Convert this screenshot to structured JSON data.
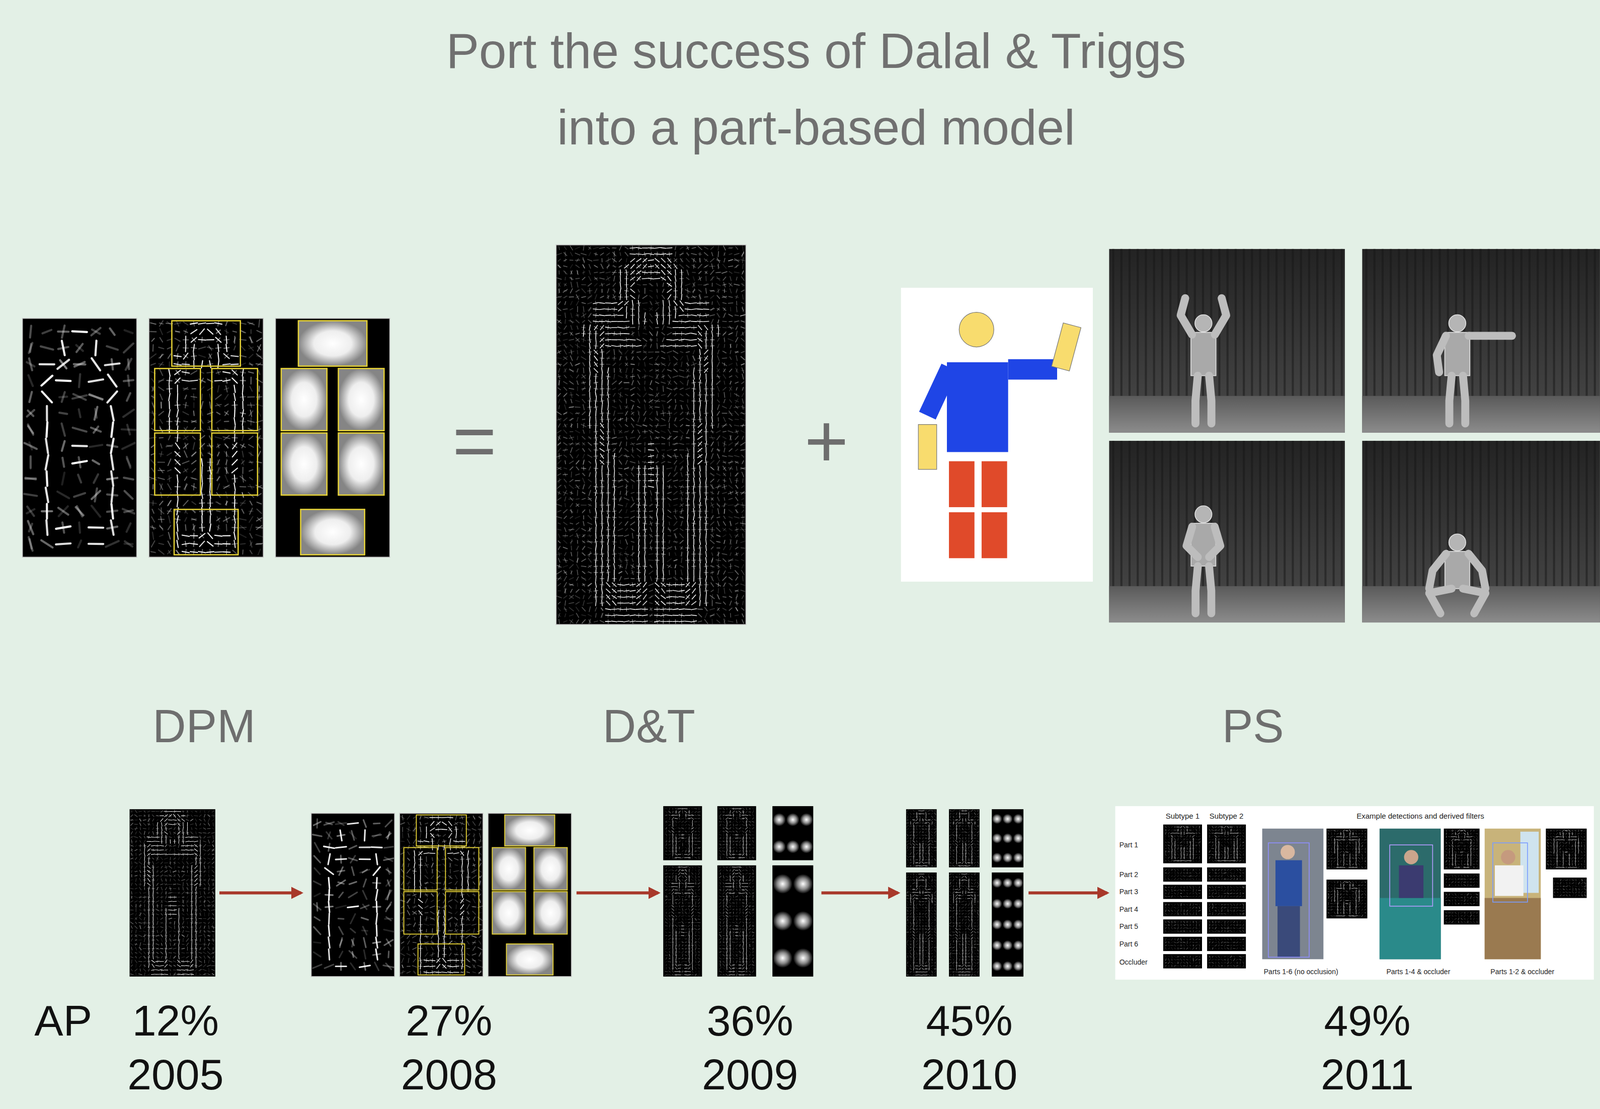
{
  "diagram": {
    "title": "Port the success of Dalal & Triggs into a part-based model",
    "labels": [
      "=",
      "+",
      "DPM",
      "D&T",
      "PS",
      "AP",
      "12%",
      "2005",
      "27%",
      "2008",
      "36%",
      "2009",
      "45%",
      "2010",
      "49%",
      "2011",
      "Subtype 1",
      "Subtype 2",
      "Example detections and derived filters",
      "Part 1",
      "Part 2",
      "Part 3",
      "Part 4",
      "Part 5",
      "Part 6",
      "Occluder",
      "Parts 1-6 (no occlusion)",
      "Parts 1-4 & occluder",
      "Parts 1-2 & occluder"
    ]
  }
}
